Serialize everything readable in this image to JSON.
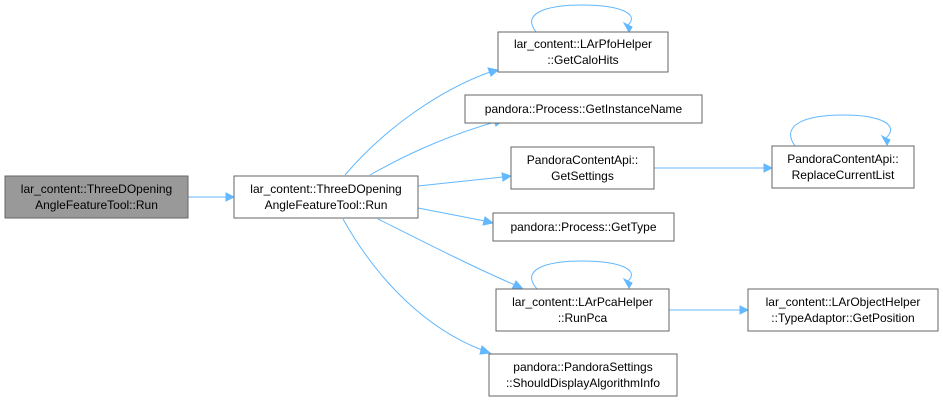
{
  "nodes": {
    "root": {
      "line1": "lar_content::ThreeDOpening",
      "line2": "AngleFeatureTool::Run"
    },
    "run": {
      "line1": "lar_content::ThreeDOpening",
      "line2": "AngleFeatureTool::Run"
    },
    "get_calo_hits": {
      "line1": "lar_content::LArPfoHelper",
      "line2": "::GetCaloHits"
    },
    "get_instance_name": {
      "line1": "pandora::Process::GetInstanceName"
    },
    "get_settings": {
      "line1": "PandoraContentApi::",
      "line2": "GetSettings"
    },
    "replace_current_list": {
      "line1": "PandoraContentApi::",
      "line2": "ReplaceCurrentList"
    },
    "get_type": {
      "line1": "pandora::Process::GetType"
    },
    "run_pca": {
      "line1": "lar_content::LArPcaHelper",
      "line2": "::RunPca"
    },
    "get_position": {
      "line1": "lar_content::LArObjectHelper",
      "line2": "::TypeAdaptor::GetPosition"
    },
    "should_display": {
      "line1": "pandora::PandoraSettings",
      "line2": "::ShouldDisplayAlgorithmInfo"
    }
  },
  "colors": {
    "edge": "#63b8ff",
    "node_border": "#666666",
    "root_fill": "#999999",
    "node_fill": "#ffffff"
  }
}
